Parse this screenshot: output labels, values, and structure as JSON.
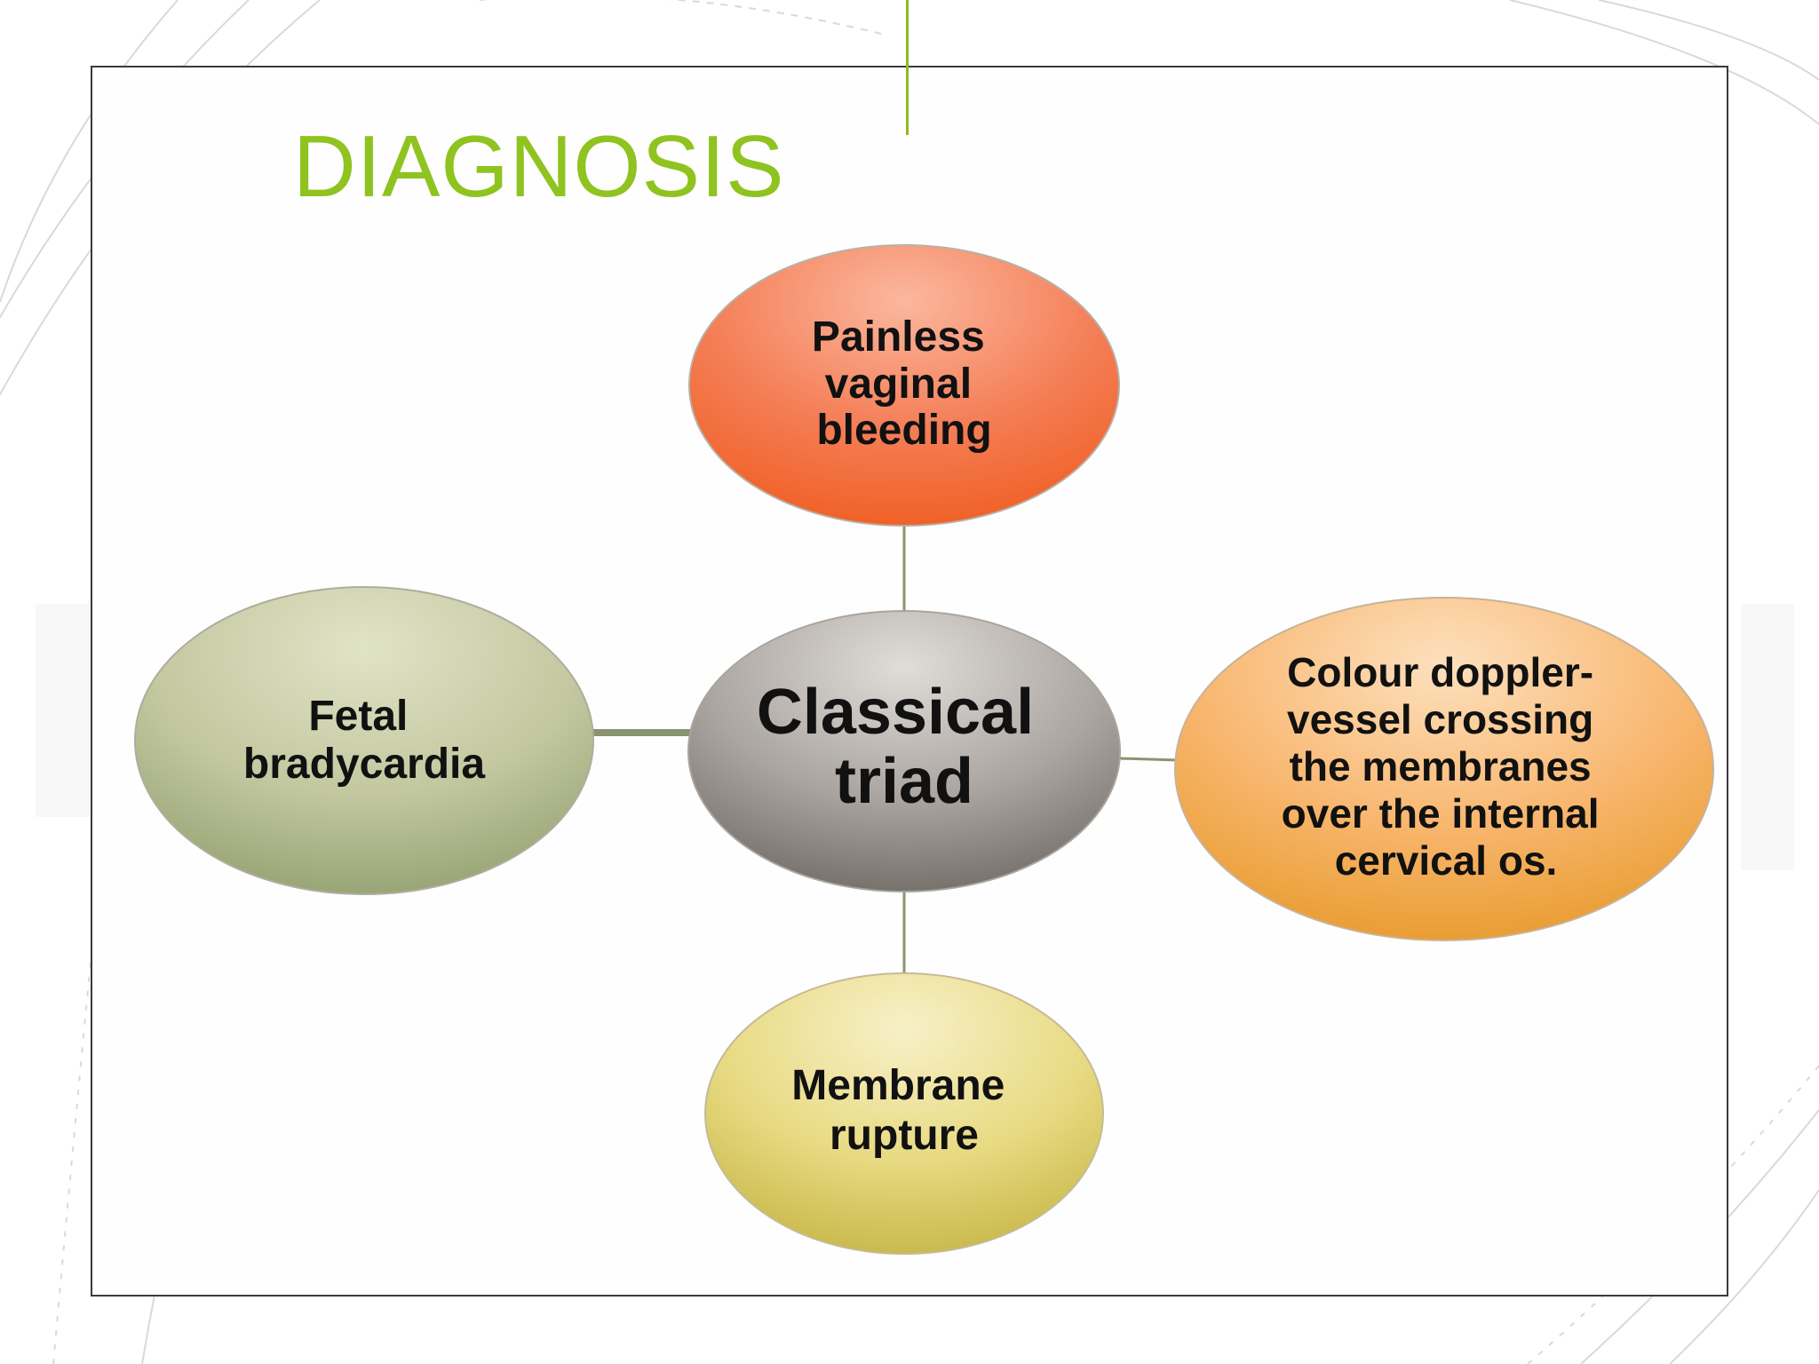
{
  "slide": {
    "title": "DIAGNOSIS"
  },
  "diagram": {
    "center": {
      "lines": [
        "Classical",
        "triad"
      ]
    },
    "nodes": {
      "top": {
        "lines": [
          "Painless",
          "vaginal",
          "bleeding"
        ]
      },
      "left": {
        "lines": [
          "Fetal",
          "bradycardia"
        ]
      },
      "right": {
        "lines": [
          "Colour doppler-",
          "vessel crossing",
          "the membranes",
          "over the internal",
          "cervical os."
        ]
      },
      "bottom": {
        "lines": [
          "Membrane",
          "rupture"
        ]
      }
    },
    "colors": {
      "title": "#8fc31f",
      "accent_line": "#8dbb1f",
      "connector": "#8a9470",
      "center": "#8f8a84",
      "top": "#f2653a",
      "left": "#b7be8c",
      "right": "#f3a948",
      "bottom": "#dccb5a"
    }
  }
}
